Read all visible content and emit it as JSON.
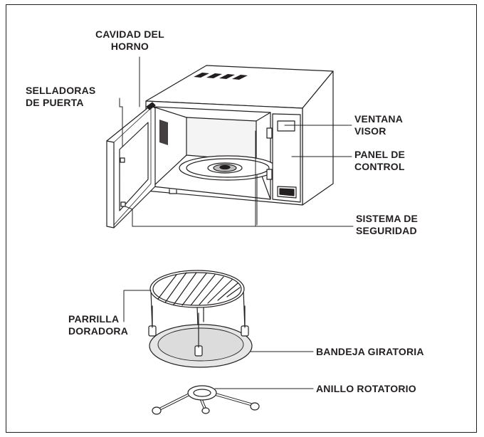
{
  "labels": {
    "oven_cavity": [
      "CAVIDAD DEL",
      "HORNO"
    ],
    "door_seals": [
      "SELLADORAS",
      "DE PUERTA"
    ],
    "viewing_window": [
      "VENTANA",
      "VISOR"
    ],
    "control_panel": [
      "PANEL DE",
      "CONTROL"
    ],
    "safety_system": [
      "SISTEMA DE",
      "SEGURIDAD"
    ],
    "grill_rack": [
      "PARRILLA",
      "DORADORA"
    ],
    "turntable": "BANDEJA GIRATORIA",
    "roller_ring": "ANILLO ROTATORIO"
  }
}
